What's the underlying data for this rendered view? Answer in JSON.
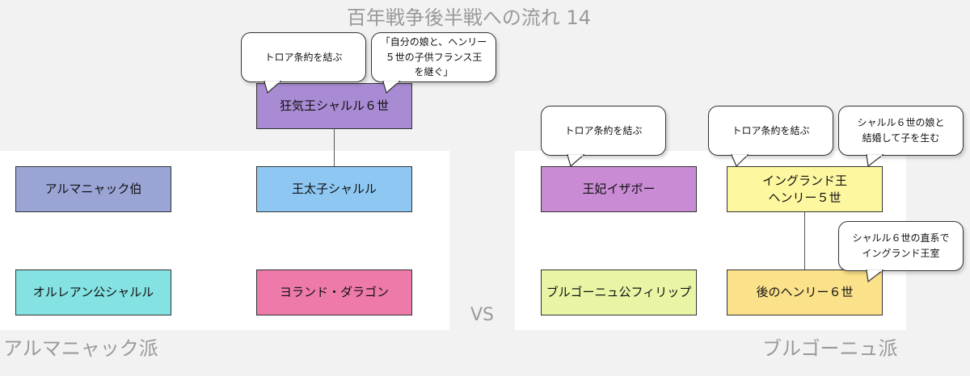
{
  "title": "百年戦争後半戦への流れ 14",
  "factions": {
    "left": "アルマニャック派",
    "right": "ブルゴーニュ派",
    "vs": "VS"
  },
  "nodes": {
    "mad_king": {
      "label": "狂気王シャルル６世",
      "color": "#a98bd4"
    },
    "armagnac_count": {
      "label": "アルマニャック伯",
      "color": "#9aa5d6"
    },
    "dauphin": {
      "label": "王太子シャルル",
      "color": "#8ec8f2"
    },
    "orleans": {
      "label": "オルレアン公シャルル",
      "color": "#85e2e2"
    },
    "yolande": {
      "label": "ヨランド・ダラゴン",
      "color": "#ee7aaa"
    },
    "isabeau": {
      "label": "王妃イザボー",
      "color": "#c98bd4"
    },
    "henry5": {
      "label": "イングランド王\nヘンリー５世",
      "color": "#fdf7a0"
    },
    "burgundy": {
      "label": "ブルゴーニュ公フィリップ",
      "color": "#e9f5a4"
    },
    "henry6": {
      "label": "後のヘンリー６世",
      "color": "#fbe189"
    }
  },
  "bubbles": {
    "mad_king_treaty": "トロア条約を結ぶ",
    "mad_king_quote": "「自分の娘と、ヘンリー\n５世の子供フランス王\nを継ぐ」",
    "isabeau_treaty": "トロア条約を結ぶ",
    "henry5_treaty": "トロア条約を結ぶ",
    "henry5_marry": "シャルル６世の娘と\n結婚して子を生む",
    "henry6_lineage": "シャルル６世の直系で\nイングランド王室"
  }
}
